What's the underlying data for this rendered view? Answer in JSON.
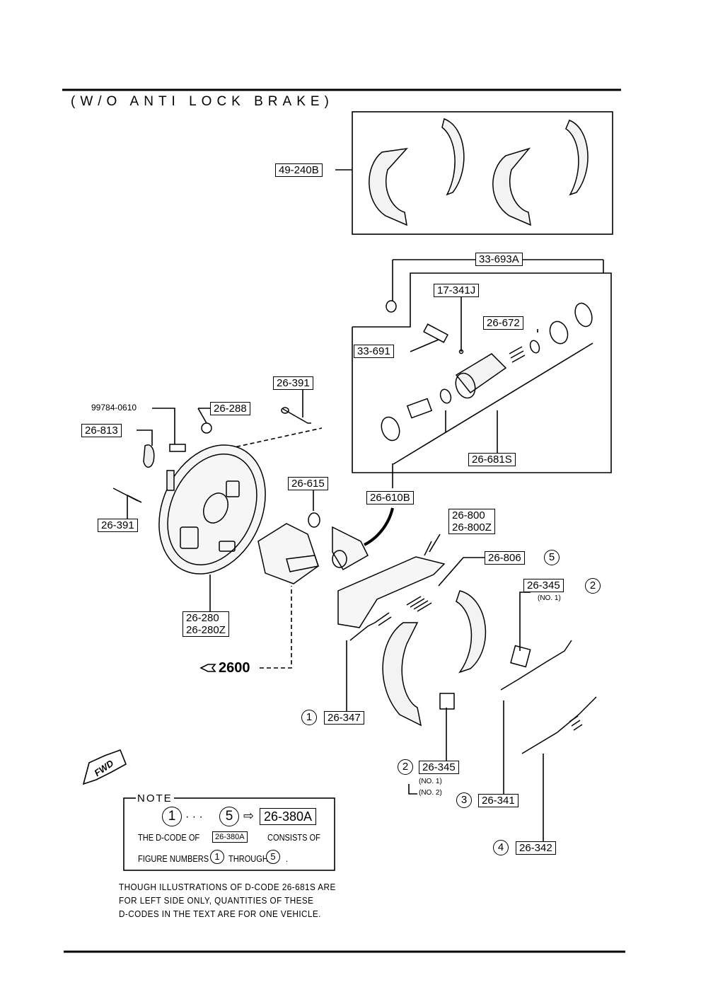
{
  "title": "(W/O ANTI LOCK BRAKE)",
  "labels": {
    "l49240b": "49-240B",
    "l33693a": "33-693A",
    "l17341j": "17-341J",
    "l26672": "26-672",
    "l33691": "33-691",
    "l26681s": "26-681S",
    "l26610b": "26-610B",
    "l26615": "26-615",
    "l26391a": "26-391",
    "l26391b": "26-391",
    "l26288": "26-288",
    "l26813": "26-813",
    "p99784": "99784-0610",
    "l26280": "26-280",
    "l26280z": "26-280Z",
    "l26800": "26-800",
    "l26800z": "26-800Z",
    "l26806": "26-806",
    "l26345a": "26-345",
    "l26345b": "26-345",
    "l26347": "26-347",
    "l26341": "26-341",
    "l26342": "26-342"
  },
  "figure_numbers": {
    "c806": "5",
    "c345a": "2",
    "c347": "1",
    "c345b": "2",
    "c341": "3",
    "c342": "4"
  },
  "sublabels": {
    "no1a": "(NO. 1)",
    "no1b": "(NO. 1)",
    "no2": "(NO. 2)"
  },
  "ref_page": "2600",
  "fwd": "FWD",
  "note": {
    "heading": "NOTE",
    "from_num": "1",
    "dots": "· · ·",
    "to_num": "5",
    "arrow": "⇨",
    "code": "26-380A",
    "line1a": "THE D-CODE OF",
    "line1b": "CONSISTS OF",
    "line2a": "FIGURE NUMBERS",
    "line2b": "THROUGH",
    "line2c": "."
  },
  "footnote": {
    "line1": "THOUGH ILLUSTRATIONS OF D-CODE 26-681S ARE",
    "line2": "FOR LEFT SIDE ONLY, QUANTITIES OF THESE",
    "line3": "D-CODES IN THE TEXT ARE FOR ONE VEHICLE."
  }
}
